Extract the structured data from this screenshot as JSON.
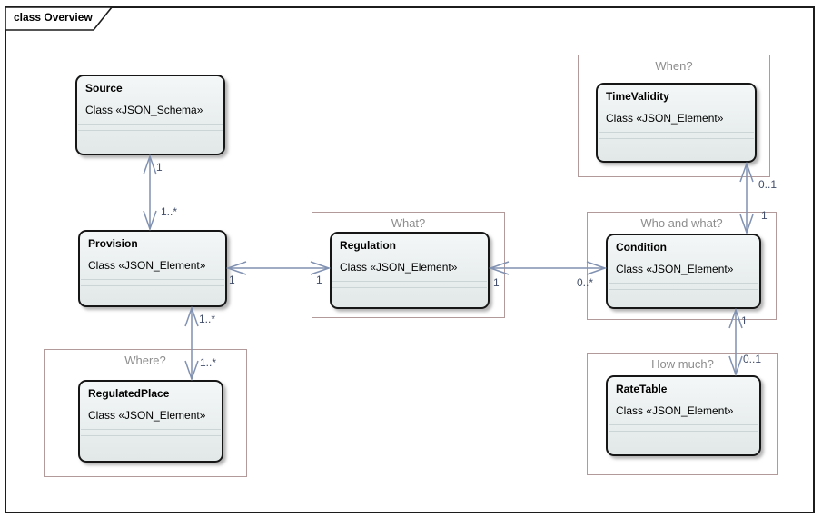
{
  "frame": {
    "title": "class Overview",
    "diagram_type": "class"
  },
  "boundaries": [
    {
      "id": "when",
      "label": "When?"
    },
    {
      "id": "what",
      "label": "What?"
    },
    {
      "id": "who_and_what",
      "label": "Who and what?"
    },
    {
      "id": "how_much",
      "label": "How much?"
    },
    {
      "id": "where",
      "label": "Where?"
    }
  ],
  "classes": [
    {
      "id": "source",
      "name": "Source",
      "stereotype": "Class «JSON_Schema»"
    },
    {
      "id": "provision",
      "name": "Provision",
      "stereotype": "Class «JSON_Element»"
    },
    {
      "id": "regulation",
      "name": "Regulation",
      "stereotype": "Class «JSON_Element»"
    },
    {
      "id": "time_validity",
      "name": "TimeValidity",
      "stereotype": "Class «JSON_Element»"
    },
    {
      "id": "condition",
      "name": "Condition",
      "stereotype": "Class «JSON_Element»"
    },
    {
      "id": "rate_table",
      "name": "RateTable",
      "stereotype": "Class «JSON_Element»"
    },
    {
      "id": "regulated_place",
      "name": "RegulatedPlace",
      "stereotype": "Class «JSON_Element»"
    }
  ],
  "connectors": [
    {
      "between": [
        "Source",
        "Provision"
      ],
      "style": "bidirectional-association"
    },
    {
      "between": [
        "Provision",
        "Regulation"
      ],
      "style": "bidirectional-association"
    },
    {
      "between": [
        "Regulation",
        "Condition"
      ],
      "style": "bidirectional-association"
    },
    {
      "between": [
        "TimeValidity",
        "Condition"
      ],
      "style": "bidirectional-association"
    },
    {
      "between": [
        "Condition",
        "RateTable"
      ],
      "style": "bidirectional-association"
    },
    {
      "between": [
        "Provision",
        "RegulatedPlace"
      ],
      "style": "bidirectional-association"
    }
  ],
  "multiplicities": [
    {
      "connector": "source-provision",
      "end": "source",
      "value": "1"
    },
    {
      "connector": "source-provision",
      "end": "provision",
      "value": "1..*"
    },
    {
      "connector": "provision-regulation",
      "end": "provision",
      "value": "1"
    },
    {
      "connector": "provision-regulation",
      "end": "regulation",
      "value": "1"
    },
    {
      "connector": "regulation-condition",
      "end": "regulation",
      "value": "1"
    },
    {
      "connector": "regulation-condition",
      "end": "condition",
      "value": "0..*"
    },
    {
      "connector": "timevalidity-condition",
      "end": "timevalidity",
      "value": "0..1"
    },
    {
      "connector": "timevalidity-condition",
      "end": "condition",
      "value": "1"
    },
    {
      "connector": "condition-ratetable",
      "end": "condition",
      "value": "1"
    },
    {
      "connector": "condition-ratetable",
      "end": "ratetable",
      "value": "0..1"
    },
    {
      "connector": "provision-regulatedplace",
      "end": "provision",
      "value": "1..*"
    },
    {
      "connector": "provision-regulatedplace",
      "end": "regulatedplace",
      "value": "1..*"
    }
  ],
  "colors": {
    "connector": "#8191b1",
    "multiplicity_text": "#414d69",
    "boundary_border": "#b29a9a",
    "boundary_label": "#8d8d8d",
    "class_border": "#161616",
    "class_fill_top": "#f4f7f7",
    "class_fill_bottom": "#e2e8e8",
    "frame_border": "#1c1c1c"
  }
}
